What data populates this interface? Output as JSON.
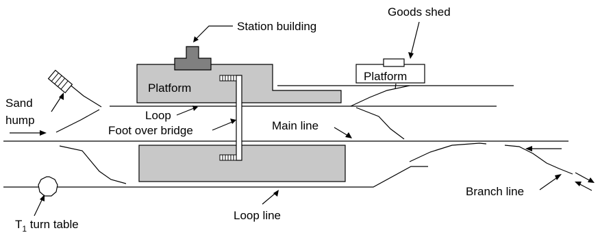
{
  "labels": {
    "station_building": "Station building",
    "goods_shed": "Goods shed",
    "platform_left": "Platform",
    "platform_right": "Platform",
    "sand": "Sand",
    "hump": "hump",
    "loop": "Loop",
    "foot_over_bridge": "Foot over bridge",
    "main_line": "Main line",
    "branch_line": "Branch line",
    "loop_line": "Loop line",
    "turn_table_prefix": "T",
    "turn_table_subscript": "1",
    "turn_table_suffix": " turn table"
  },
  "colors": {
    "platform_fill": "#c8c8c8",
    "building_fill": "#808080",
    "line": "#000000",
    "background": "#ffffff"
  }
}
